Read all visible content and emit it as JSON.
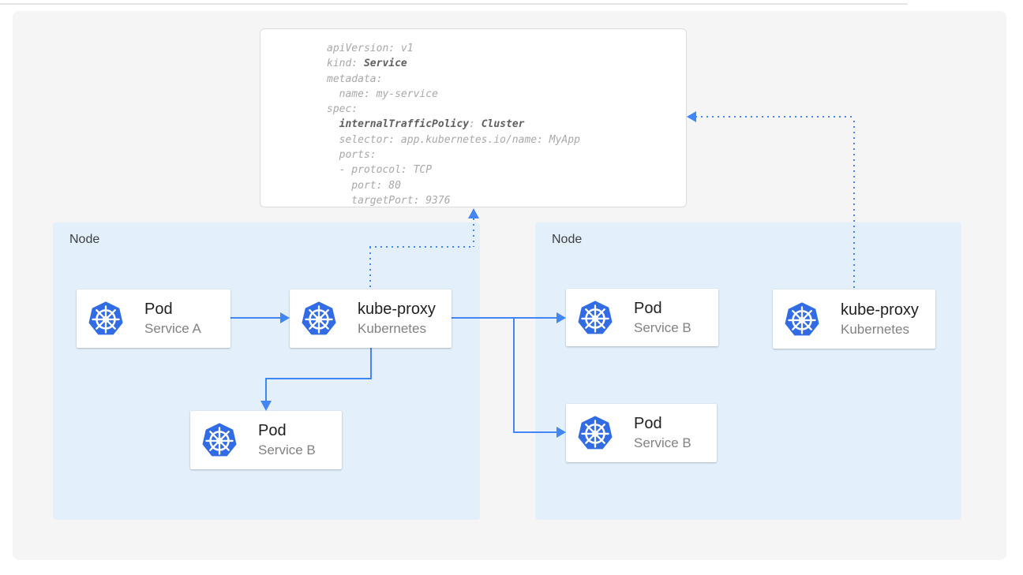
{
  "colors": {
    "accent_blue": "#4285f4",
    "kubernetes_blue": "#326ce5",
    "node_background": "#e3f0fb",
    "canvas_background": "#f5f5f6"
  },
  "yaml_card": {
    "lines": [
      [
        {
          "t": "apiVersion: v1"
        }
      ],
      [
        {
          "t": "kind: "
        },
        {
          "t": "Service",
          "b": true
        }
      ],
      [
        {
          "t": "metadata:"
        }
      ],
      [
        {
          "t": "  name: my-service"
        }
      ],
      [
        {
          "t": "spec:"
        }
      ],
      [
        {
          "t": "  "
        },
        {
          "t": "internalTrafficPolicy",
          "b": true
        },
        {
          "t": ": "
        },
        {
          "t": "Cluster",
          "b": true
        }
      ],
      [
        {
          "t": "  selector: app.kubernetes.io/name: MyApp"
        }
      ],
      [
        {
          "t": "  ports:"
        }
      ],
      [
        {
          "t": "  - protocol: TCP"
        }
      ],
      [
        {
          "t": "    port: 80"
        }
      ],
      [
        {
          "t": "    targetPort: 9376"
        }
      ]
    ]
  },
  "nodes": {
    "left": {
      "label": "Node"
    },
    "right": {
      "label": "Node"
    }
  },
  "cards": {
    "pod_a": {
      "icon": "kubernetes-logo",
      "title": "Pod",
      "subtitle": "Service A"
    },
    "kube_proxy_left": {
      "icon": "kubernetes-logo",
      "title": "kube-proxy",
      "subtitle": "Kubernetes"
    },
    "pod_b_left": {
      "icon": "kubernetes-logo",
      "title": "Pod",
      "subtitle": "Service B"
    },
    "pod_b_right_top": {
      "icon": "kubernetes-logo",
      "title": "Pod",
      "subtitle": "Service B"
    },
    "pod_b_right_bottom": {
      "icon": "kubernetes-logo",
      "title": "Pod",
      "subtitle": "Service B"
    },
    "kube_proxy_right": {
      "icon": "kubernetes-logo",
      "title": "kube-proxy",
      "subtitle": "Kubernetes"
    }
  },
  "connections": [
    {
      "from": "pod-service-a",
      "to": "kube-proxy-left",
      "style": "solid-arrow"
    },
    {
      "from": "kube-proxy-left",
      "to": "pod-service-b-left",
      "style": "solid-arrow"
    },
    {
      "from": "kube-proxy-left",
      "to": "pod-service-b-right-top",
      "style": "solid-arrow"
    },
    {
      "from": "kube-proxy-left",
      "to": "pod-service-b-right-bottom",
      "style": "solid-arrow"
    },
    {
      "from": "kube-proxy-left",
      "to": "service-yaml",
      "style": "dotted-arrow"
    },
    {
      "from": "kube-proxy-right",
      "to": "service-yaml",
      "style": "dotted-arrow"
    }
  ]
}
